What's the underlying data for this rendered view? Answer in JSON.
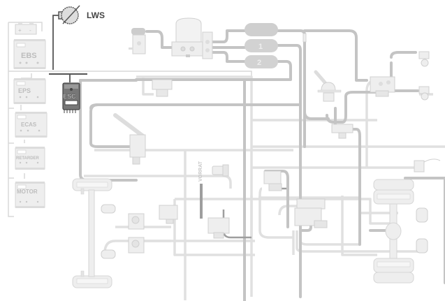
{
  "diagram": {
    "title": "Truck brake system schematic with ESC",
    "colors": {
      "highlight": "#555555",
      "label_dark": "#444444",
      "faded_fill": "#eeeeee",
      "faded_stroke": "#d4d4d4",
      "pipe_dark": "#bdbdbd",
      "pipe_light": "#dedede",
      "tank_fill": "#cfcfcf"
    },
    "sensor": {
      "label": "LWS",
      "icon": "steering-angle-sensor-icon"
    },
    "ecus": [
      {
        "label": "EBS",
        "highlighted": false
      },
      {
        "label": "EPS",
        "highlighted": false
      },
      {
        "label": "ECAS",
        "highlighted": false
      },
      {
        "label": "RETARDER",
        "highlighted": false
      },
      {
        "label": "MOTOR",
        "highlighted": false
      },
      {
        "label": "ESC",
        "highlighted": true
      }
    ],
    "battery": {
      "plus": "+",
      "minus": "-"
    },
    "tanks": [
      {
        "label": ""
      },
      {
        "label": "1"
      },
      {
        "label": "2"
      }
    ],
    "pipe_label": "VORRAT"
  }
}
